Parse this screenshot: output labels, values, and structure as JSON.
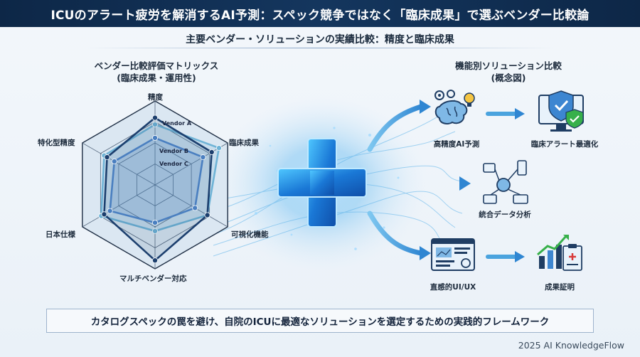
{
  "header": {
    "title": "ICUのアラート疲労を解消するAI予測：スペック競争ではなく「臨床成果」で選ぶベンダー比較論",
    "subtitle": "主要ベンダー・ソリューションの実績比較：精度と臨床成果"
  },
  "radar": {
    "title_line1": "ベンダー比較評価マトリックス",
    "title_line2": "(臨床成果・運用性)",
    "axes": [
      "精度",
      "臨床成果",
      "可視化機能",
      "マルチベンダー対応",
      "日本仕様",
      "特化型精度"
    ],
    "vendors": [
      {
        "name": "Vendor A",
        "values": [
          0.72,
          0.88,
          0.72,
          0.55,
          0.74,
          0.7
        ],
        "color": "#6fb3d6"
      },
      {
        "name": "Vendor B",
        "values": [
          0.8,
          0.78,
          0.72,
          0.9,
          0.7,
          0.66
        ],
        "color": "#1c3f6e"
      },
      {
        "name": "Vendor C",
        "values": [
          0.56,
          0.66,
          0.55,
          0.45,
          0.62,
          0.56
        ],
        "color": "#4a7fc0"
      }
    ]
  },
  "solutions": {
    "title_line1": "機能別ソリューション比較",
    "title_line2": "(概念図)",
    "nodes": [
      {
        "label": "高精度AI予測",
        "icon": "brain-gear-icon"
      },
      {
        "label": "臨床アラート最適化",
        "icon": "monitor-shield-icon"
      },
      {
        "label": "統合データ分析",
        "icon": "network-devices-icon"
      },
      {
        "label": "直感的UI/UX",
        "icon": "ui-window-icon"
      },
      {
        "label": "成果証明",
        "icon": "chart-clipboard-icon"
      }
    ]
  },
  "bottom_message": "カタログスペックの罠を避け、自院のICUに最適なソリューションを選定するための実践的フレームワーク",
  "footer": "2025 AI KnowledgeFlow"
}
